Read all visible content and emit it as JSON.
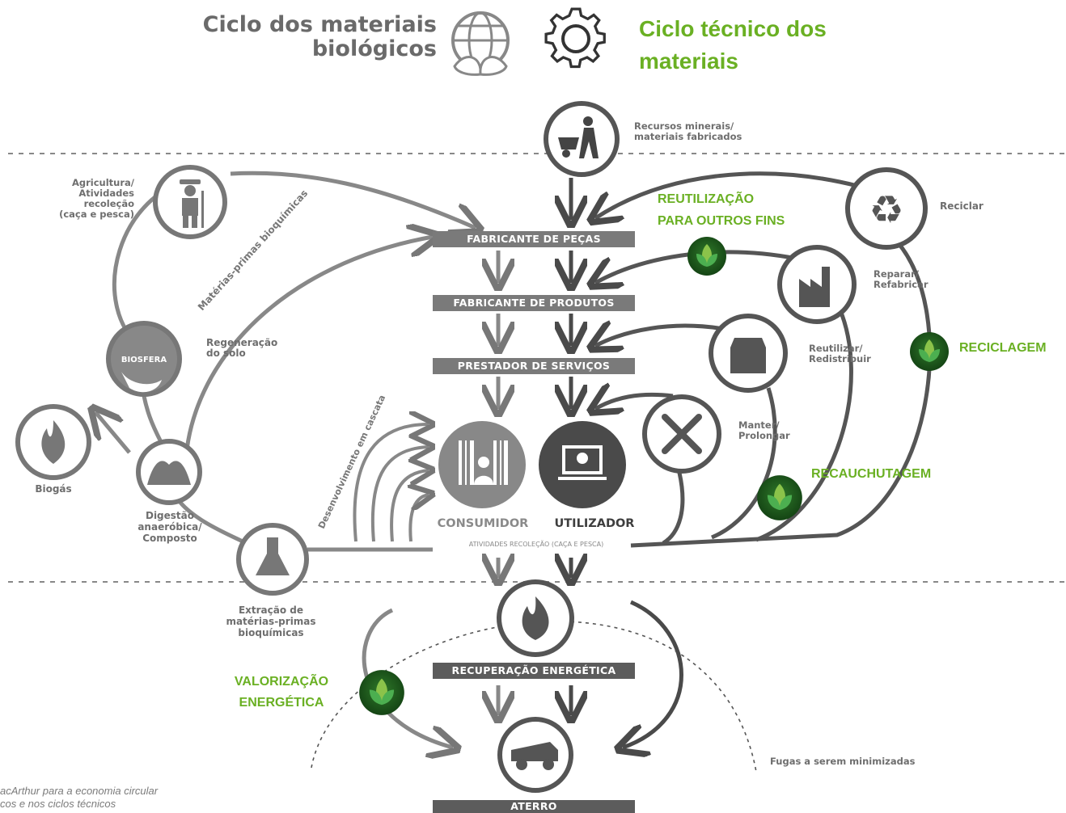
{
  "header": {
    "bio_title_line1": "Ciclo dos materiais",
    "bio_title_line2": "biológicos",
    "tech_title_line1": "Ciclo técnico dos",
    "tech_title_line2": "materiais"
  },
  "stages": {
    "parts": "FABRICANTE DE PEÇAS",
    "products": "FABRICANTE DE PRODUTOS",
    "services": "PRESTADOR DE SERVIÇOS",
    "energy": "RECUPERAÇÃO ENERGÉTICA",
    "landfill": "ATERRO"
  },
  "users": {
    "consumer": "CONSUMIDOR",
    "user": "UTILIZADOR",
    "sub": "ATIVIDADES RECOLEÇÃO (CAÇA E PESCA)"
  },
  "bio_labels": {
    "agri_1": "Agricultura/",
    "agri_2": "Atividades",
    "agri_3": "recoleção",
    "agri_4": "(caça e pesca)",
    "biosphere": "BIOSFERA",
    "regen_1": "Regeneração",
    "regen_2": "do solo",
    "biogas": "Biogás",
    "digest_1": "Digestão",
    "digest_2": "anaeróbica/",
    "digest_3": "Composto",
    "extract_1": "Extração de",
    "extract_2": "matérias-primas",
    "extract_3": "bioquímicas",
    "feedstock_arc": "Matérias-primas bioquímicas",
    "cascade_arc": "Desenvolvimento em cascata"
  },
  "tech_labels": {
    "minerals_1": "Recursos minerais/",
    "minerals_2": "materiais fabricados",
    "recycle": "Reciclar",
    "repair_1": "Reparar/",
    "repair_2": "Refabricar",
    "reuse_1": "Reutilizar/",
    "reuse_2": "Redistribuir",
    "maintain_1": "Manter/",
    "maintain_2": "Prolongar",
    "leaks": "Fugas a serem minimizadas"
  },
  "callouts": {
    "reuse_other_1": "REUTILIZAÇÃO",
    "reuse_other_2": "PARA OUTROS FINS",
    "recycling": "RECICLAGEM",
    "retreading": "RECAUCHUTAGEM",
    "energy_1": "VALORIZAÇÃO",
    "energy_2": "ENERGÉTICA"
  },
  "footnote": {
    "line1": "acArthur para a economia circular",
    "line2": "cos e nos ciclos técnicos"
  },
  "colors": {
    "diagram_grey": "#6e6e6e",
    "accent_green": "#6ab023",
    "dark_green": "#1f5b1c"
  }
}
